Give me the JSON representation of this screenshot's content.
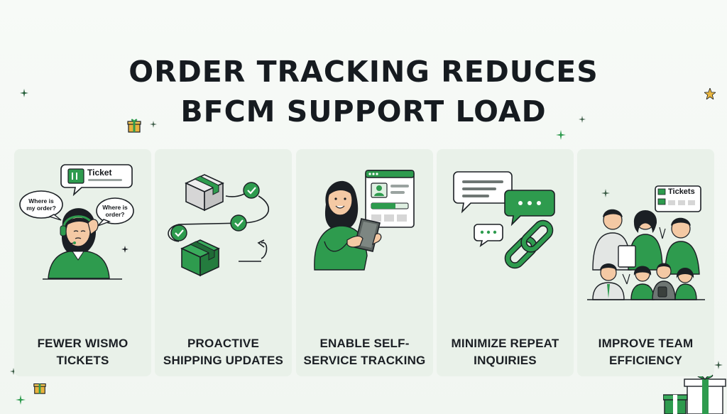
{
  "title": {
    "line1": "ORDER TRACKING REDUCES",
    "line2": "BFCM SUPPORT LOAD"
  },
  "colors": {
    "accent": "#2e9b4e",
    "accent_light": "#dff0e2",
    "card_bg": "#e9f1e9",
    "ink": "#1b1f24"
  },
  "cards": [
    {
      "icon": "support-agent-icon",
      "ticket_text": "Ticket",
      "bubble_left": [
        "Where is",
        "my order?"
      ],
      "bubble_right": [
        "Where is",
        "order?"
      ],
      "label_line1": "FEWER WISMO",
      "label_line2": "TICKETS"
    },
    {
      "icon": "shipping-flow-icon",
      "label_line1": "PROACTIVE",
      "label_line2": "SHIPPING UPDATES"
    },
    {
      "icon": "self-service-icon",
      "label_line1": "ENABLE SELF-",
      "label_line2": "SERVICE TRACKING"
    },
    {
      "icon": "chat-link-icon",
      "label_line1": "MINIMIZE REPEAT",
      "label_line2": "INQUIRIES"
    },
    {
      "icon": "team-icon",
      "tickets_text": "Tickets",
      "label_line1": "IMPROVE TEAM",
      "label_line2": "EFFICIENCY"
    }
  ]
}
